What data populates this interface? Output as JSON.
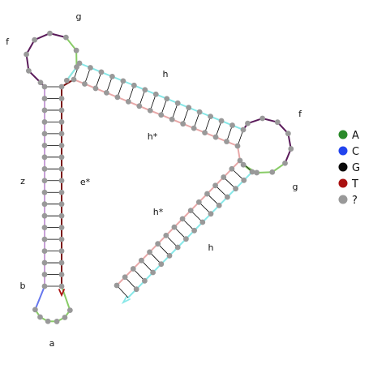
{
  "diagram": {
    "type": "nucleic-acid-secondary-structure",
    "domain_labels": [
      "g",
      "f",
      "h",
      "h*",
      "f",
      "g",
      "h*",
      "h",
      "z",
      "e*",
      "b",
      "a"
    ],
    "legend": [
      {
        "label": "A",
        "color": "#2a8a2a"
      },
      {
        "label": "C",
        "color": "#2244ee"
      },
      {
        "label": "G",
        "color": "#0a0a0a"
      },
      {
        "label": "T",
        "color": "#aa1111"
      },
      {
        "label": "?",
        "color": "#999999"
      }
    ],
    "colors": {
      "nucleotide": "#999999",
      "base_pair_line": "#000000",
      "backbone_dark_purple": "#5a1a5a",
      "backbone_pink": "#e8a8a8",
      "backbone_cyan": "#88e8e8",
      "backbone_lilac": "#c8a0d8",
      "backbone_green": "#88cc66",
      "backbone_darkred": "#7a1010",
      "backbone_blue": "#6677ee",
      "end_arrow": "#aa1111"
    }
  }
}
